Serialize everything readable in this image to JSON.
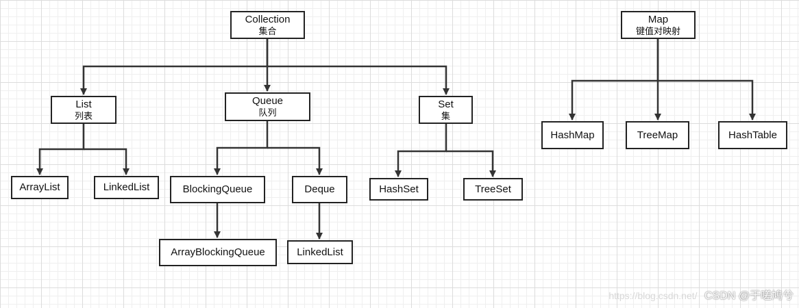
{
  "nodes": {
    "collection": {
      "title": "Collection",
      "subtitle": "集合"
    },
    "map": {
      "title": "Map",
      "subtitle": "键值对映射"
    },
    "list": {
      "title": "List",
      "subtitle": "列表"
    },
    "queue": {
      "title": "Queue",
      "subtitle": "队列"
    },
    "set": {
      "title": "Set",
      "subtitle": "集"
    },
    "arraylist": {
      "title": "ArrayList"
    },
    "linkedlist": {
      "title": "LinkedList"
    },
    "blockingqueue": {
      "title": "BlockingQueue"
    },
    "deque": {
      "title": "Deque"
    },
    "hashset": {
      "title": "HashSet"
    },
    "treeset": {
      "title": "TreeSet"
    },
    "arrayblockingqueue": {
      "title": "ArrayBlockingQueue"
    },
    "deque_linkedlist": {
      "title": "LinkedList"
    },
    "hashmap": {
      "title": "HashMap"
    },
    "treemap": {
      "title": "TreeMap"
    },
    "hashtable": {
      "title": "HashTable"
    }
  },
  "watermark": {
    "url": "https://blog.csdn.net/",
    "author": "CSDN @于嗟鸠兮"
  }
}
